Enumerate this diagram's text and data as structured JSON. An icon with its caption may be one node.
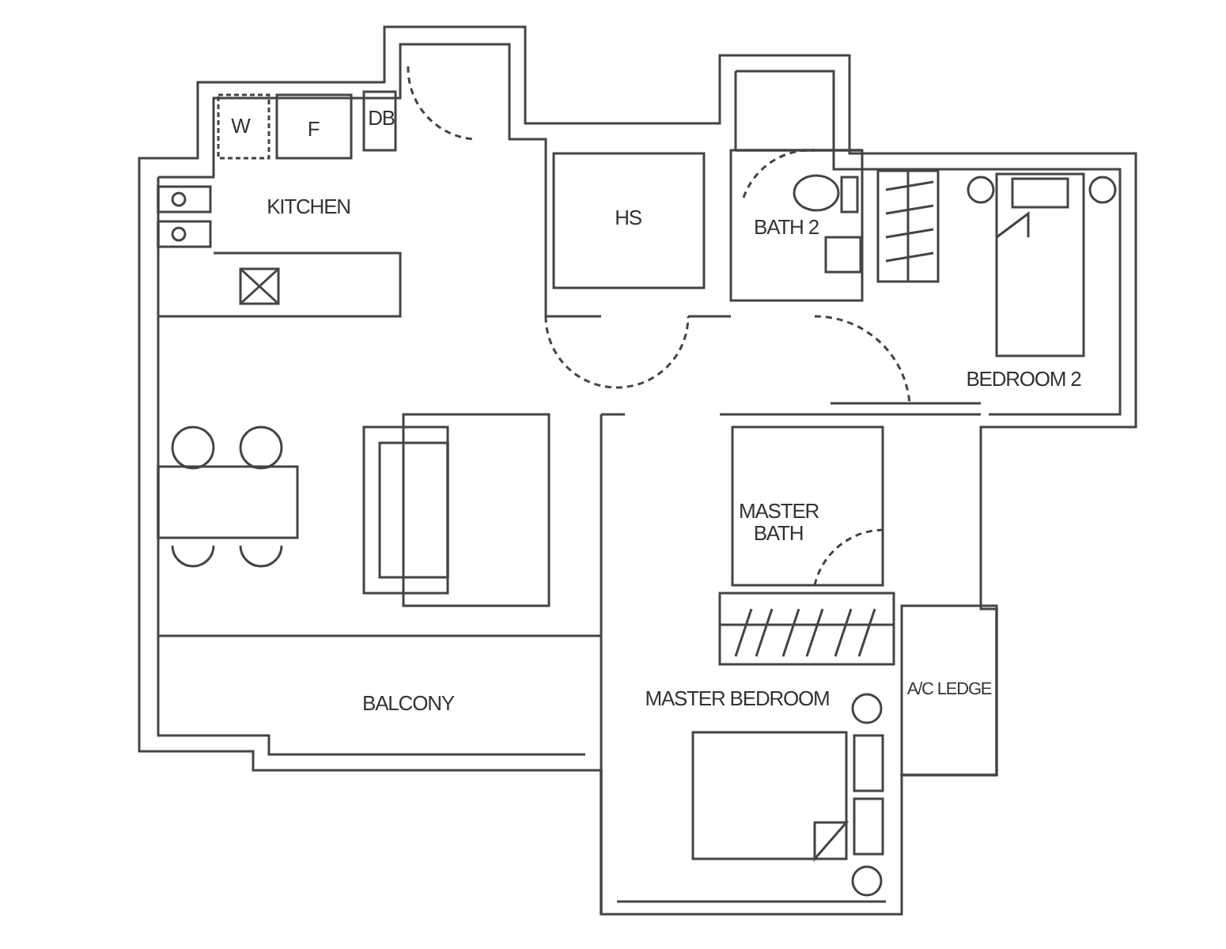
{
  "diagram": {
    "labels": [
      "W",
      "F",
      "DB",
      "KITCHEN",
      "HS",
      "BATH 2",
      "BEDROOM 2",
      "MASTER BATH",
      "BALCONY",
      "MASTER BEDROOM",
      "A/C LEDGE"
    ]
  }
}
